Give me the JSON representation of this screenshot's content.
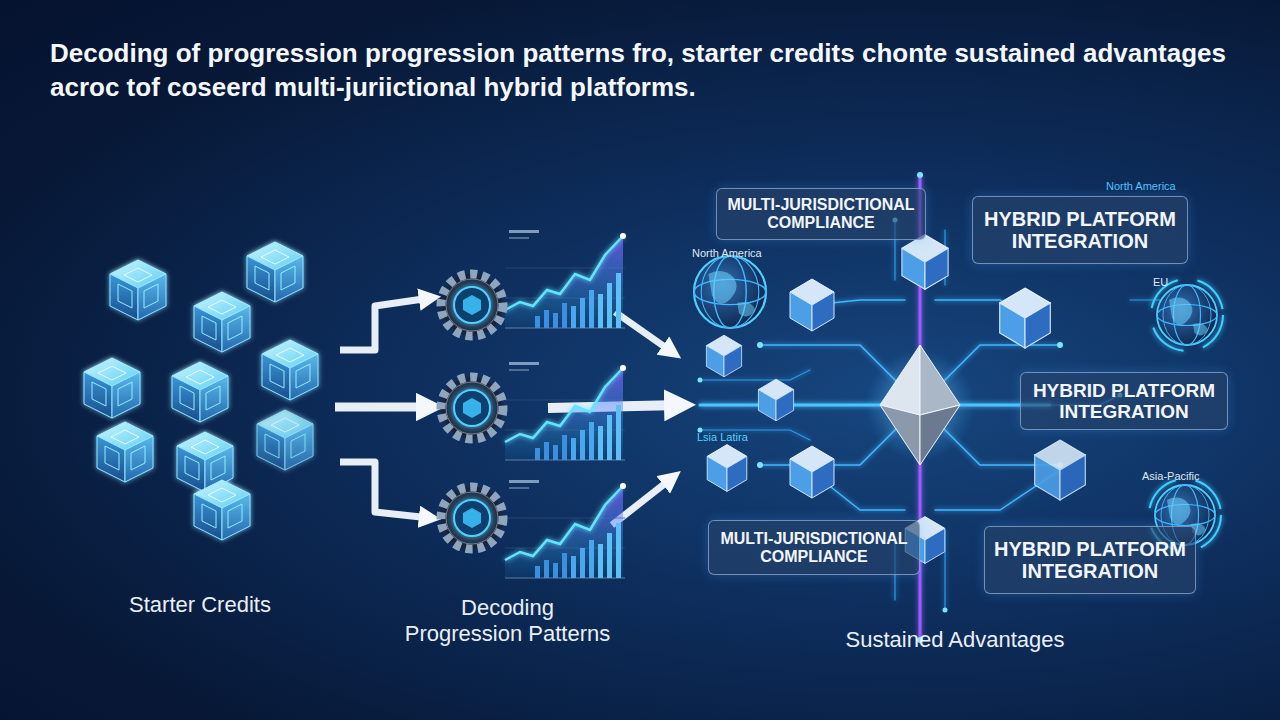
{
  "diagram": {
    "title": "Decoding of progression progression patterns fro, starter credits chonte sustained advantages acroc tof coseerd multi-juriictional hybrid platforms.",
    "nodes": [
      {
        "text": [
          "MULTI-JURISDICTIONAL COMPLIANCE"
        ]
      },
      {
        "text": [
          "HYBRID PLATFORM INTEGRATION"
        ]
      },
      {
        "text": [
          "HYBRID PLATFORM INTEGRATION"
        ]
      },
      {
        "text": [
          "MULTI-JURISDICTIONAL COMPLIANCE"
        ]
      },
      {
        "text": [
          "HYBRID PLATFORM INTEGRATION"
        ]
      }
    ],
    "labels": [
      "North America",
      "North America",
      "EU",
      "Lsia Latira",
      "Asia-Pacific",
      "Starter Credits",
      "Decoding Progression Patterns",
      "Sustained Advantages"
    ]
  }
}
